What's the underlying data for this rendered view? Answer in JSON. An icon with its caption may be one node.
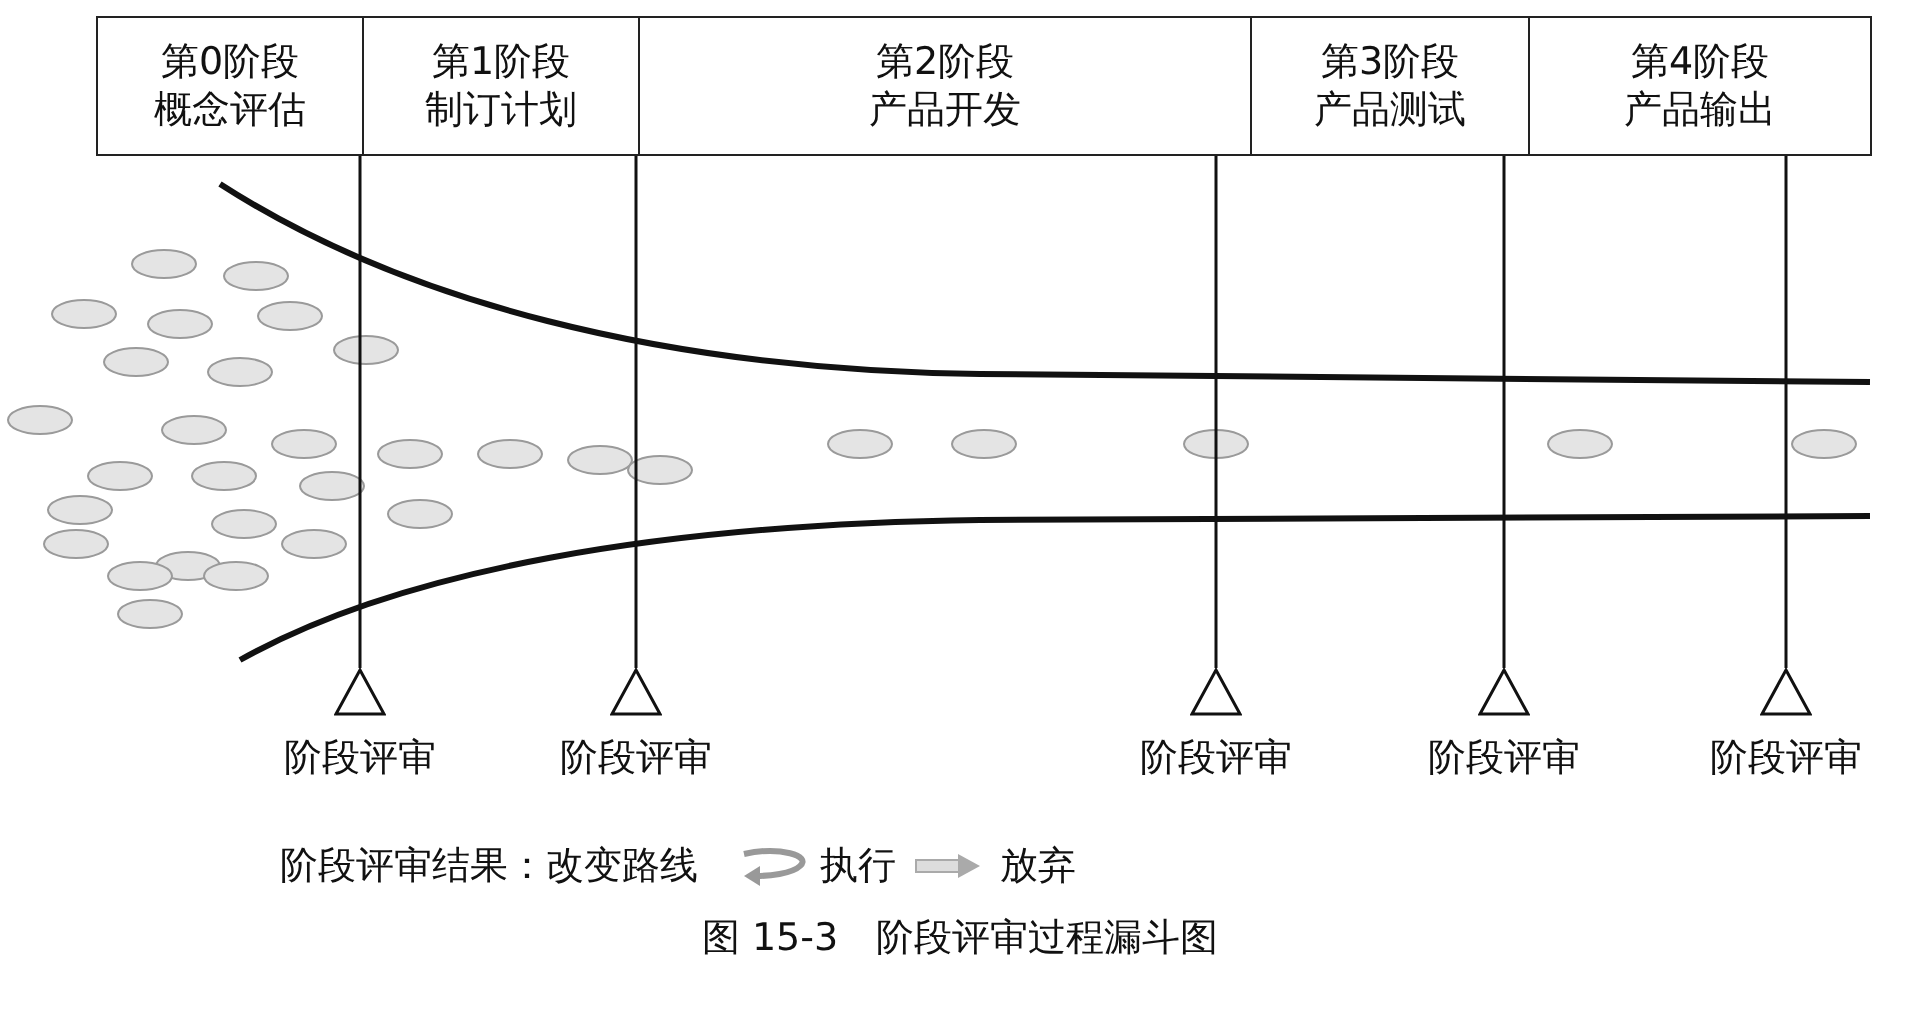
{
  "diagram": {
    "caption": "图 15-3　阶段评审过程漏斗图",
    "nodes": [
      {
        "text": [
          "第0阶段",
          "概念评估"
        ]
      },
      {
        "text": [
          "第1阶段",
          "制订计划"
        ]
      },
      {
        "text": [
          "第2阶段",
          "产品开发"
        ]
      },
      {
        "text": [
          "第3阶段",
          "产品测试"
        ]
      },
      {
        "text": [
          "第4阶段",
          "产品输出"
        ]
      },
      {
        "text": [],
        "shape": "triangle",
        "beside": [
          "阶段评审"
        ]
      },
      {
        "text": [],
        "shape": "triangle",
        "beside": [
          "阶段评审"
        ]
      },
      {
        "text": [],
        "shape": "triangle",
        "beside": [
          "阶段评审"
        ]
      },
      {
        "text": [],
        "shape": "triangle",
        "beside": [
          "阶段评审"
        ]
      },
      {
        "text": [],
        "shape": "triangle",
        "beside": [
          "阶段评审"
        ]
      }
    ],
    "edges": [
      {
        "from": 0,
        "to": 5,
        "arrow": "none"
      },
      {
        "from": 1,
        "to": 6,
        "arrow": "none"
      },
      {
        "from": 2,
        "to": 7,
        "arrow": "none"
      },
      {
        "from": 3,
        "to": 8,
        "arrow": "none"
      },
      {
        "from": 4,
        "to": 9,
        "arrow": "none"
      }
    ],
    "labels": [
      "阶段评审结果：改变路线",
      "执行",
      "放弃"
    ]
  }
}
